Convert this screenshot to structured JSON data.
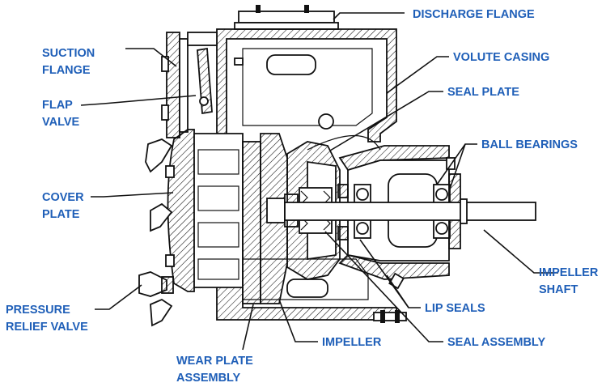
{
  "colors": {
    "label": "#1f5fb8",
    "ink": "#111111",
    "background": "#ffffff"
  },
  "labels": {
    "discharge_flange": "DISCHARGE FLANGE",
    "suction_flange_1": "SUCTION",
    "suction_flange_2": "FLANGE",
    "volute_casing": "VOLUTE CASING",
    "flap_valve_1": "FLAP",
    "flap_valve_2": "VALVE",
    "seal_plate": "SEAL PLATE",
    "ball_bearings": "BALL BEARINGS",
    "cover_plate_1": "COVER",
    "cover_plate_2": "PLATE",
    "impeller_shaft_1": "IMPELLER",
    "impeller_shaft_2": "SHAFT",
    "pressure_relief_1": "PRESSURE",
    "pressure_relief_2": "RELIEF VALVE",
    "lip_seals": "LIP SEALS",
    "impeller": "IMPELLER",
    "seal_assembly": "SEAL ASSEMBLY",
    "wear_plate_1": "WEAR PLATE",
    "wear_plate_2": "ASSEMBLY"
  }
}
